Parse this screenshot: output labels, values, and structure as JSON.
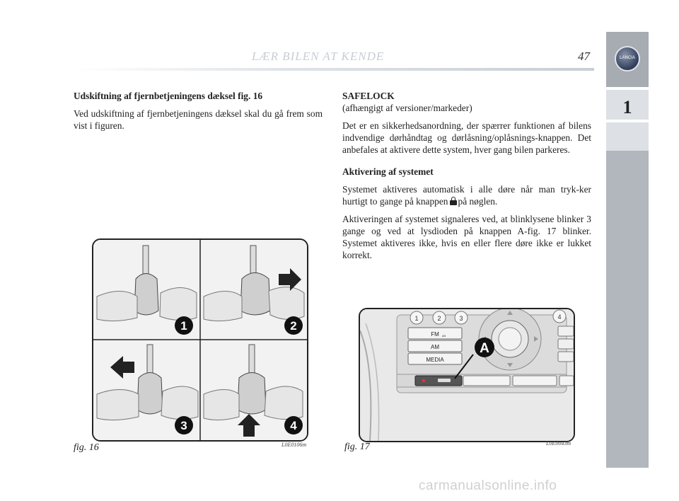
{
  "header": {
    "title": "LÆR BILEN AT KENDE",
    "page_number": "47"
  },
  "side_tab": {
    "chapter": "1",
    "logo_text": "LANCIA"
  },
  "left_column": {
    "heading": "Udskiftning af fjernbetjeningens dæksel fig. 16",
    "paragraph": "Ved udskiftning af fjernbetjeningens dæksel skal du gå frem som vist i figuren."
  },
  "right_column": {
    "title": "SAFELOCK",
    "subtitle": "(afhængigt af versioner/markeder)",
    "intro": "Det er en sikkerhedsanordning, der spærrer funktionen af bilens indvendige dørhåndtag og dørlåsning/oplåsnings-knappen. Det anbefales at aktivere dette system, hver gang bilen parkeres.",
    "activation_heading": "Aktivering af systemet",
    "activation_p1_a": "Systemet aktiveres automatisk i alle døre når man tryk-ker hurtigt to gange på knappen",
    "activation_p1_b": "på nøglen.",
    "activation_p2": "Aktiveringen af systemet signaleres ved, at blinklysene blinker 3 gange og ved at lysdioden på knappen A-fig. 17 blinker. Systemet aktiveres ikke, hvis en eller flere døre ikke er lukket korrekt."
  },
  "figure16": {
    "label": "fig. 16",
    "code": "L0E0106m",
    "steps": [
      "1",
      "2",
      "3",
      "4"
    ]
  },
  "figure17": {
    "label": "fig. 17",
    "code": "L0E0043m",
    "callout": "A",
    "preset_buttons": [
      "1",
      "2",
      "3",
      "4"
    ],
    "band_buttons": [
      "FM",
      "AM",
      "MEDIA"
    ],
    "fm_suffix": "AS"
  },
  "watermark": "carmanualsonline.info"
}
